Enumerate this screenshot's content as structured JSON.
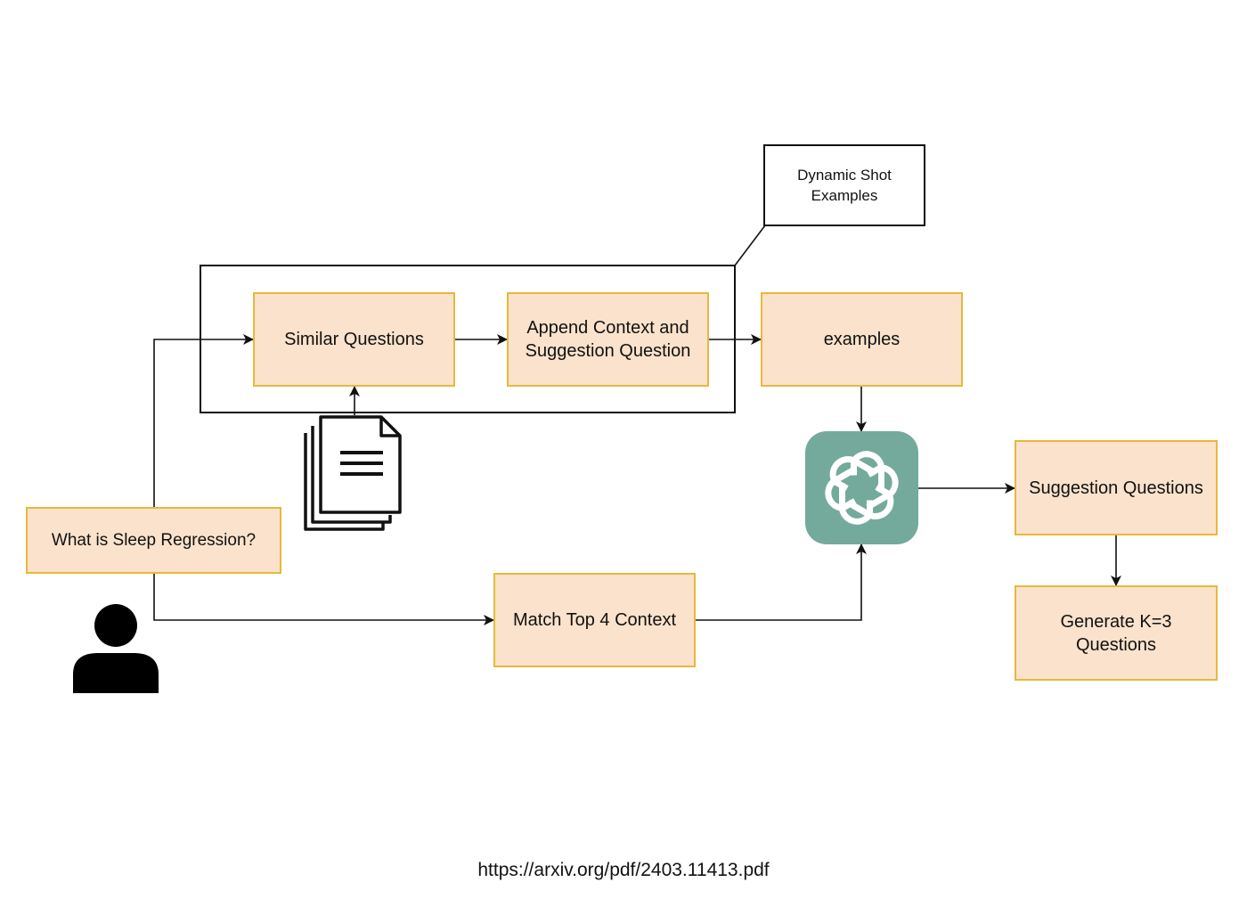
{
  "nodes": {
    "user_query": "What is Sleep Regression?",
    "similar_questions": "Similar Questions",
    "append_context": "Append Context and Suggestion Question",
    "examples": "examples",
    "match_context": "Match Top 4 Context",
    "suggestion_questions": "Suggestion Questions",
    "generate_questions": "Generate K=3 Questions"
  },
  "annotation": {
    "dynamic_shot": "Dynamic Shot Examples"
  },
  "icons": {
    "user": "person-icon",
    "documents": "document-stack-icon",
    "llm": "openai-logo-icon"
  },
  "colors": {
    "node_fill": "#fae2cc",
    "node_border": "#e8b83c",
    "llm_background": "#74aa9c"
  },
  "source": "https://arxiv.org/pdf/2403.11413.pdf"
}
